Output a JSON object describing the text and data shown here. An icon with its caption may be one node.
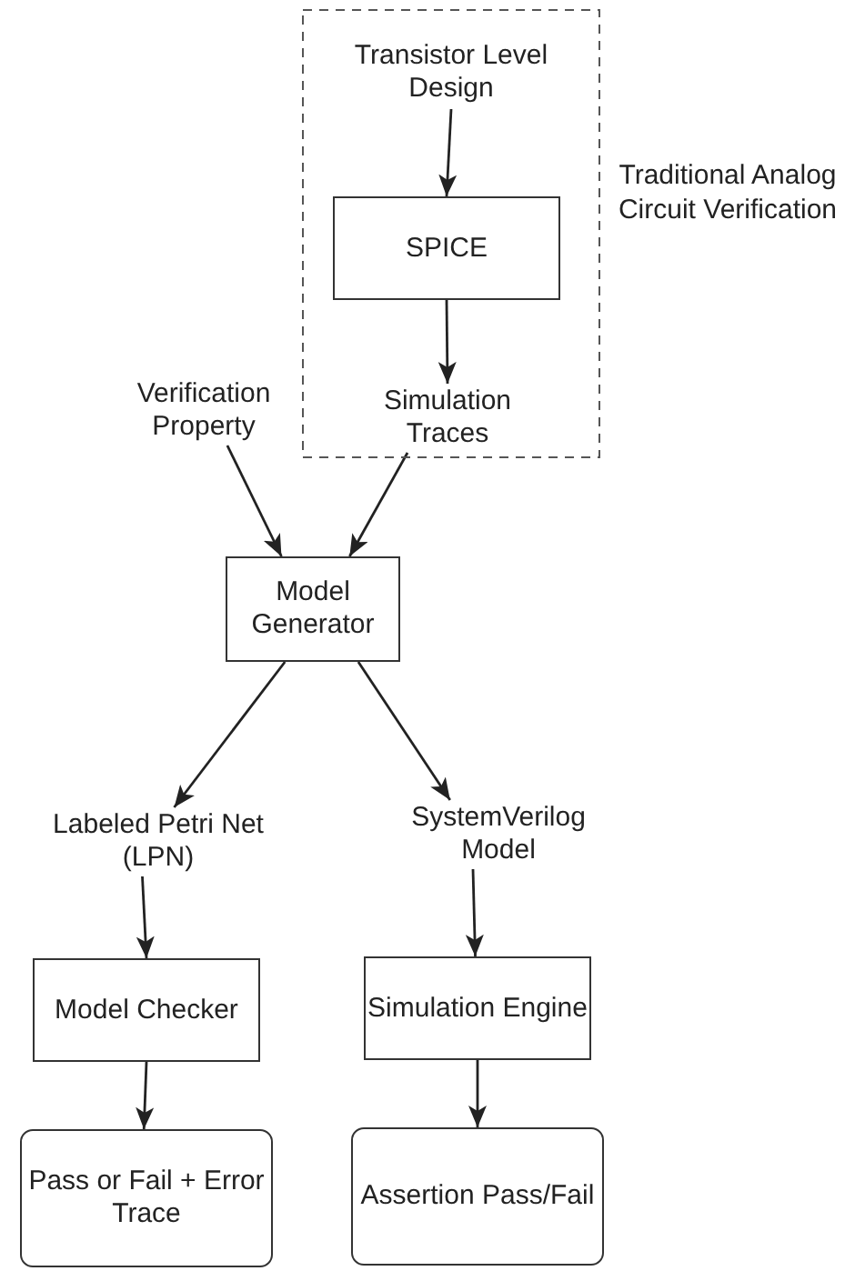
{
  "diagram": {
    "nodes": [
      {
        "text": [
          "Traditional Analog Circuit Verification"
        ]
      },
      {
        "text": [
          "Transistor Level Design"
        ],
        "in": 0
      },
      {
        "text": [
          "SPICE"
        ],
        "in": 0
      },
      {
        "text": [
          "Simulation Traces"
        ],
        "in": 0
      },
      {
        "text": [
          "Verification Property"
        ]
      },
      {
        "text": [
          "Model Generator"
        ]
      },
      {
        "text": [
          "Labeled Petri Net (LPN)"
        ]
      },
      {
        "text": [
          "SystemVerilog Model"
        ]
      },
      {
        "text": [
          "Model Checker"
        ]
      },
      {
        "text": [
          "Simulation Engine"
        ]
      },
      {
        "text": [
          "Pass or Fail + Error Trace"
        ]
      },
      {
        "text": [
          "Assertion Pass/Fail"
        ]
      }
    ],
    "edges": [
      {
        "from": 1,
        "to": 2,
        "arrow": "to"
      },
      {
        "from": 2,
        "to": 3,
        "arrow": "to"
      },
      {
        "from": 4,
        "to": 5,
        "arrow": "to"
      },
      {
        "from": 3,
        "to": 5,
        "arrow": "to"
      },
      {
        "from": 5,
        "to": 6,
        "arrow": "to"
      },
      {
        "from": 5,
        "to": 7,
        "arrow": "to"
      },
      {
        "from": 6,
        "to": 8,
        "arrow": "to"
      },
      {
        "from": 7,
        "to": 9,
        "arrow": "to"
      },
      {
        "from": 8,
        "to": 10,
        "arrow": "to"
      },
      {
        "from": 9,
        "to": 11,
        "arrow": "to"
      }
    ]
  }
}
